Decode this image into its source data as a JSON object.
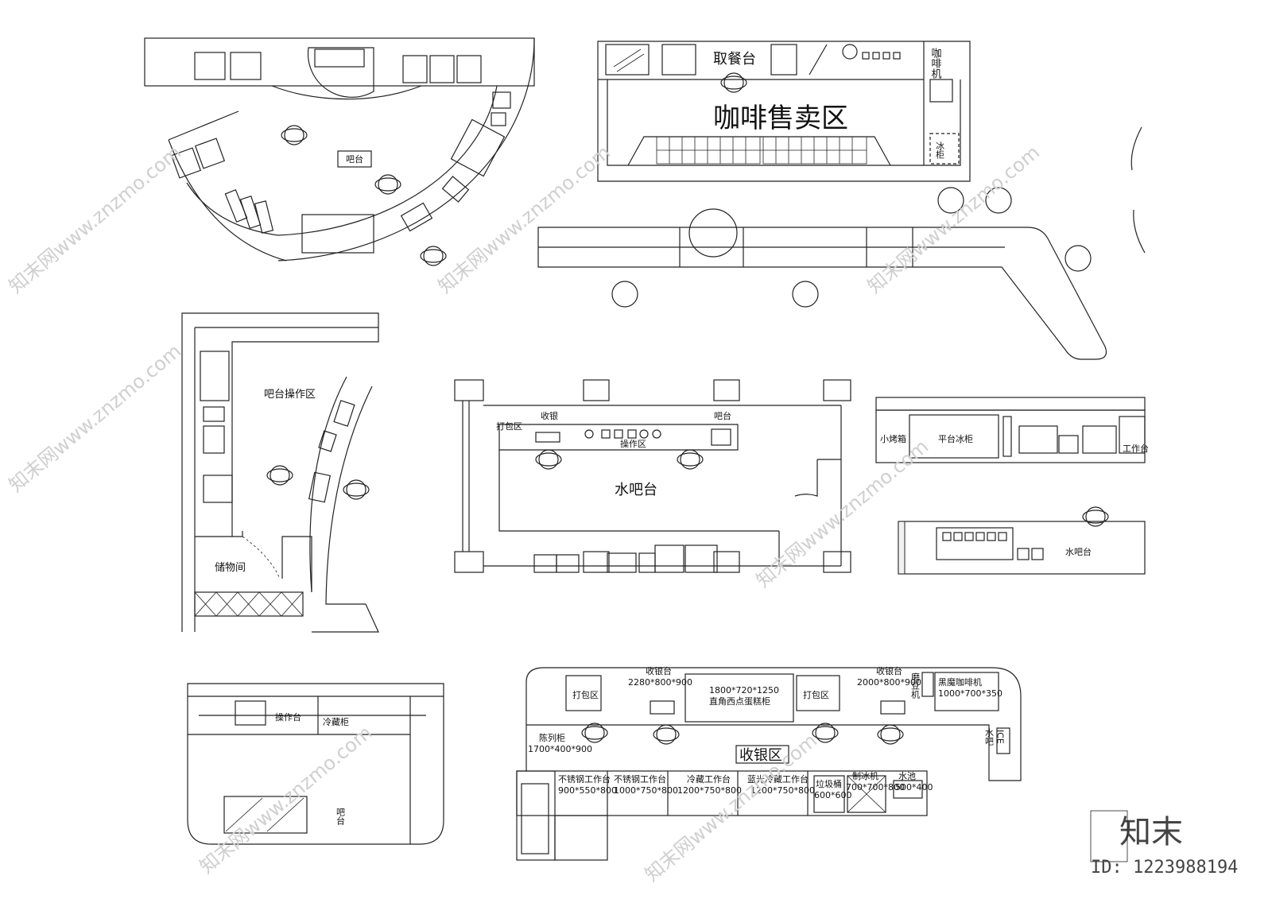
{
  "labels": {
    "pickup_counter": "取餐台",
    "coffee_sales_area": "咖啡售卖区",
    "coffee_machine": "咖啡机",
    "ice_cabinet": "冰柜",
    "bar_counter": "吧台",
    "bar_operation_area": "吧台操作区",
    "storage_room": "储物间",
    "packing_area": "打包区",
    "cashier": "收银",
    "bar": "吧台",
    "operation_area": "操作区",
    "water_bar": "水吧台",
    "small_oven": "小烤箱",
    "flat_freezer": "平台冰柜",
    "workbench": "工作台",
    "water_bar_2": "水吧台",
    "operation_counter": "操作台",
    "fridge": "冷藏柜",
    "bar_3": "吧台",
    "cashier_counter_1": "收银台",
    "cashier_counter_1_size": "2280*800*900",
    "cake_cabinet_size": "1800*720*1250",
    "cake_cabinet": "直角西点蛋糕柜",
    "cashier_counter_2": "收银台",
    "cashier_counter_2_size": "2000*800*900",
    "bean_grinder": "磨豆机",
    "coffee_machine_2": "黑魔咖啡机",
    "coffee_machine_2_size": "1000*700*350",
    "packing_area_1": "打包区",
    "packing_area_2": "打包区",
    "display_cabinet": "陈列柜",
    "display_cabinet_size": "1700*400*900",
    "cashier_zone": "收银区",
    "ice": "ICE",
    "ice_label": "水吧",
    "steel_bench_1": "不锈钢工作台",
    "steel_bench_1_size": "900*550*800",
    "steel_bench_2": "不锈钢工作台",
    "steel_bench_2_size": "1000*750*800",
    "cold_bench": "冷藏工作台",
    "cold_bench_size": "1200*750*800",
    "blue_cold_bench": "蓝光冷藏工作台",
    "blue_cold_bench_size": "1200*750*800",
    "trash_bin": "垃圾桶",
    "trash_bin_size": "600*600",
    "ice_maker": "制冰机",
    "ice_maker_size": "700*700*800",
    "sink": "水池",
    "sink_size": "500*400"
  },
  "watermark": {
    "text": "知末网www.znzmo.com",
    "brand": "知末",
    "id": "ID: 1223988194"
  }
}
